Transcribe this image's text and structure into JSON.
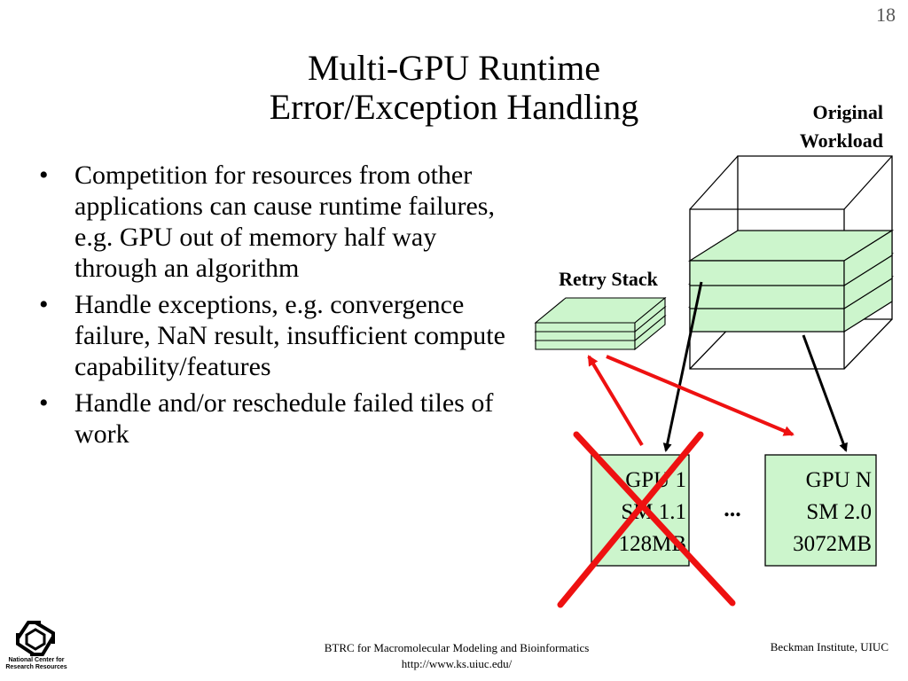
{
  "slide": {
    "page_number": "18",
    "title_line1": "Multi-GPU Runtime",
    "title_line2": "Error/Exception Handling"
  },
  "bullets": [
    {
      "text": "Competition for resources from other applications can cause runtime failures, e.g. GPU out of memory half way through an algorithm"
    },
    {
      "text": "Handle exceptions, e.g. convergence failure, NaN result, insufficient compute capability/features"
    },
    {
      "text": "Handle and/or reschedule failed tiles of work"
    }
  ],
  "diagram": {
    "original_workload_line1": "Original",
    "original_workload_line2": "Workload",
    "retry_stack_label": "Retry Stack",
    "ellipsis": "...",
    "gpu1": {
      "line1": "GPU 1",
      "line2": "SM 1.1",
      "line3": "128MB",
      "failed": true
    },
    "gpuN": {
      "line1": "GPU N",
      "line2": "SM 2.0",
      "line3": "3072MB",
      "failed": false
    },
    "colors": {
      "tile_fill": "#ccf5cc",
      "cross": "#ee1111",
      "arrow_red": "#ee1111",
      "arrow_black": "#000000"
    }
  },
  "footer": {
    "center_line1": "BTRC for Macromolecular Modeling and Bioinformatics",
    "center_line2": "http://www.ks.uiuc.edu/",
    "right": "Beckman Institute, UIUC",
    "logo_line1": "National Center for",
    "logo_line2": "Research Resources"
  }
}
